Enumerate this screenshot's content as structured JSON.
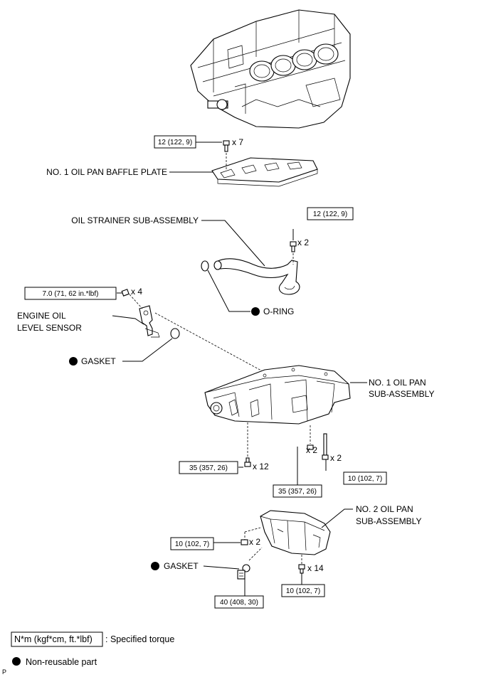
{
  "parts": {
    "baffle_plate": "NO. 1 OIL PAN BAFFLE PLATE",
    "oil_strainer": "OIL STRAINER SUB-ASSEMBLY",
    "o_ring": "O-RING",
    "oil_level_sensor_line1": "ENGINE OIL",
    "oil_level_sensor_line2": "LEVEL SENSOR",
    "gasket_upper": "GASKET",
    "oil_pan1_line1": "NO. 1 OIL PAN",
    "oil_pan1_line2": "SUB-ASSEMBLY",
    "oil_pan2_line1": "NO. 2 OIL PAN",
    "oil_pan2_line2": "SUB-ASSEMBLY",
    "gasket_lower": "GASKET"
  },
  "torques": {
    "baffle_bolt": "12 (122, 9)",
    "strainer_bolt": "12 (122, 9)",
    "sensor_bolt": "7.0 (71, 62 in.*lbf)",
    "pan1_bolt_a": "35 (357, 26)",
    "pan1_bolt_b": "35 (357, 26)",
    "pan1_bolt_c": "10 (102, 7)",
    "pan2_nut": "10 (102, 7)",
    "pan2_bolt": "10 (102, 7)",
    "drain_plug": "40 (408, 30)"
  },
  "quantities": {
    "baffle_bolt": "x 7",
    "strainer_bolt": "x 2",
    "sensor_bolt": "x 4",
    "pan1_bolt_a": "x 12",
    "pan1_bolt_b": "x 2",
    "pan1_bolt_c": "x 2",
    "pan2_nut": "x 2",
    "pan2_bolt": "x 14"
  },
  "legend": {
    "torque_unit": "N*m (kgf*cm, ft.*lbf)",
    "torque_desc": ": Specified torque",
    "non_reusable": "Non-reusable part"
  },
  "corner_mark": "P"
}
